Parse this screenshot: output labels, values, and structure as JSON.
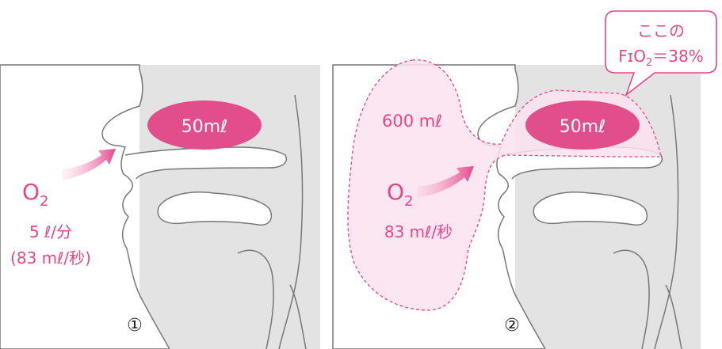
{
  "panel1": {
    "cavity_label": "50mℓ",
    "gas": "O",
    "gas_sub": "2",
    "flow_line1": "5 ℓ/分",
    "flow_line2": "(83 mℓ/秒)",
    "number": "①"
  },
  "panel2": {
    "cavity_label": "50mℓ",
    "reservoir_label": "600 mℓ",
    "gas": "O",
    "gas_sub": "2",
    "flow": "83 mℓ/秒",
    "callout_line1": "ここの",
    "callout_fio2_prefix": "FɪO",
    "callout_fio2_sub": "2",
    "callout_fio2_value": "＝38%",
    "number": "②"
  },
  "colors": {
    "pink": "#e6468a",
    "cavity_fill": "#e24d8b",
    "reservoir_fill": "#fbe2ee",
    "head_bg": "#e3e3e3",
    "outline": "#777777"
  }
}
